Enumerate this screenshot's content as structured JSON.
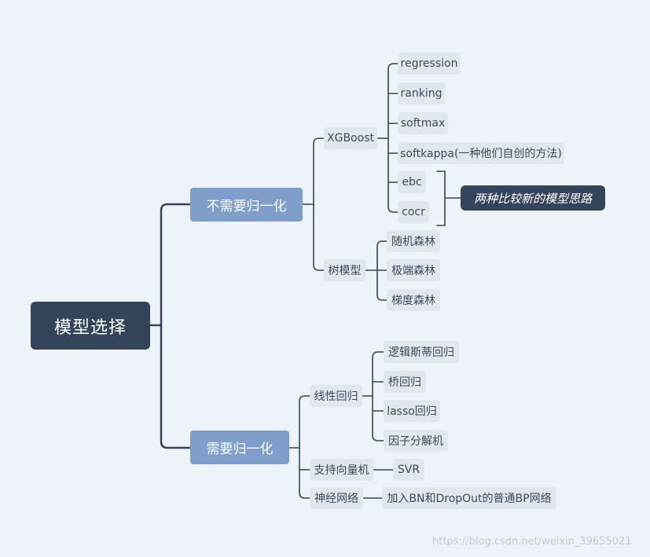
{
  "root": {
    "label": "模型选择"
  },
  "branch_no_norm": {
    "label": "不需要归一化",
    "xgboost": {
      "label": "XGBoost",
      "items": [
        "regression",
        "ranking",
        "softmax",
        "softkappa(一种他们自创的方法)",
        "ebc",
        "cocr"
      ]
    },
    "tree": {
      "label": "树模型",
      "items": [
        "随机森林",
        "极端森林",
        "梯度森林"
      ]
    },
    "note": "两种比较新的模型思路"
  },
  "branch_norm": {
    "label": "需要归一化",
    "linear": {
      "label": "线性回归",
      "items": [
        "逻辑斯蒂回归",
        "桥回归",
        "lasso回归",
        "因子分解机"
      ]
    },
    "svm": {
      "label": "支持向量机",
      "items": [
        "SVR"
      ]
    },
    "nn": {
      "label": "神经网络",
      "items": [
        "加入BN和DropOut的普通BP网络"
      ]
    }
  },
  "watermark": "https://blog.csdn.net/weixin_39655021",
  "colors": {
    "background": "#eef3fa",
    "root_fill": "#34445a",
    "branch_fill": "#7f9ec9",
    "leaf_fill": "#e2e7ee",
    "line": "#34445a"
  }
}
